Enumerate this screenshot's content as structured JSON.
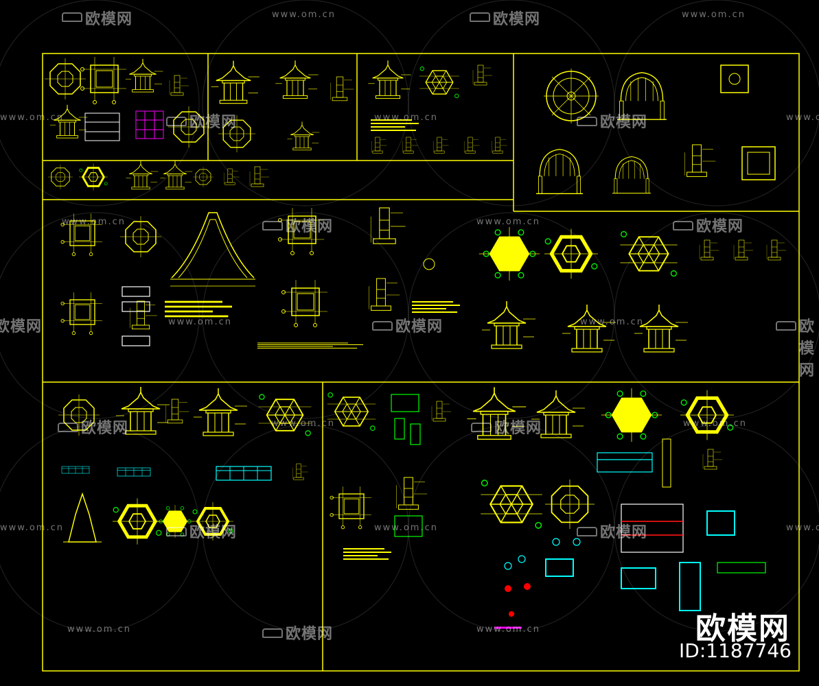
{
  "watermark": {
    "brand": "欧模网",
    "url": "www.om.cn",
    "corner_brand": "欧模网",
    "corner_id": "ID:1187746"
  },
  "colors": {
    "background": "#000000",
    "frame": "#ffff00",
    "drawing_primary": "#ffff00",
    "drawing_secondary": "#ffffff",
    "drawing_accent": "#00ffff",
    "drawing_green": "#00ff00",
    "drawing_red": "#ff0000",
    "drawing_magenta": "#ff00ff"
  },
  "drawing_icons": [
    "pavilion-elevation-icon",
    "hexagon-plan-icon",
    "octagon-plan-icon",
    "dome-section-icon",
    "detail-section-icon",
    "railing-elevation-icon"
  ]
}
